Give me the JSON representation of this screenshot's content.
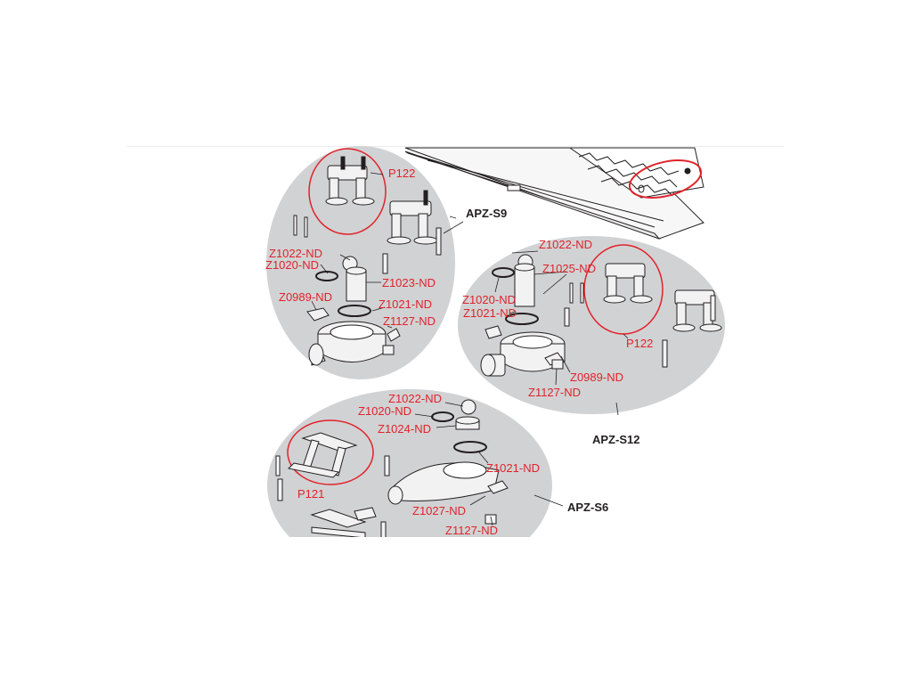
{
  "colors": {
    "background": "#ffffff",
    "panel_fill": "#d1d2d4",
    "part_fill": "#f2f2f2",
    "line": "#231f20",
    "label_red": "#e0232a",
    "title_dark": "#231f20",
    "highlight_circle": "#e0232a"
  },
  "kits": {
    "s9": {
      "title": "APZ-S9",
      "labels": {
        "p122": "P122",
        "z1022": "Z1022-ND",
        "z1020": "Z1020-ND",
        "z1023": "Z1023-ND",
        "z0989": "Z0989-ND",
        "z1021": "Z1021-ND",
        "z1127": "Z1127-ND"
      }
    },
    "s12": {
      "title": "APZ-S12",
      "labels": {
        "z1022": "Z1022-ND",
        "z1025": "Z1025-ND",
        "z1020": "Z1020-ND",
        "z1021": "Z1021-ND",
        "p122": "P122",
        "z0989": "Z0989-ND",
        "z1127": "Z1127-ND"
      }
    },
    "s6": {
      "title": "APZ-S6",
      "labels": {
        "z1022": "Z1022-ND",
        "z1020": "Z1020-ND",
        "z1024": "Z1024-ND",
        "z1021": "Z1021-ND",
        "p121": "P121",
        "z1027": "Z1027-ND",
        "z1127": "Z1127-ND"
      }
    }
  }
}
